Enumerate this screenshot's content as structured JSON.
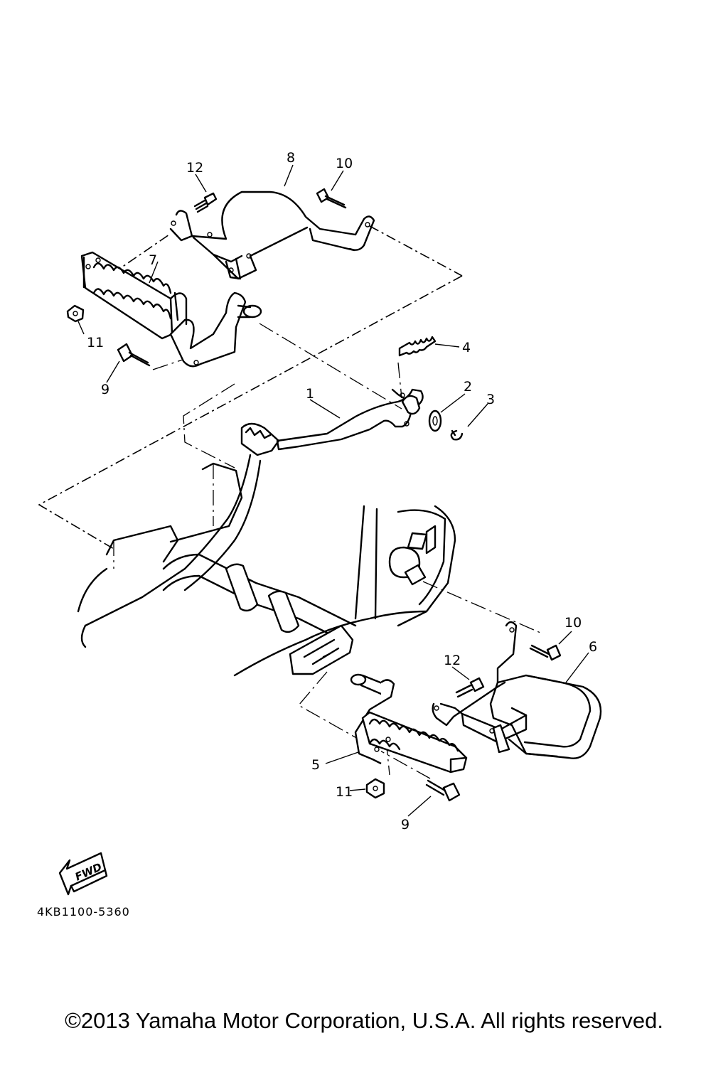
{
  "callouts": {
    "c1": "1",
    "c2": "2",
    "c3": "3",
    "c4": "4",
    "c5": "5",
    "c6": "6",
    "c7": "7",
    "c8": "8",
    "c9a": "9",
    "c9b": "9",
    "c10a": "10",
    "c10b": "10",
    "c11a": "11",
    "c11b": "11",
    "c12a": "12",
    "c12b": "12"
  },
  "direction_label": "FWD",
  "diagram_code": "4KB1100-5360",
  "copyright": "©2013 Yamaha Motor Corporation, U.S.A. All rights reserved."
}
